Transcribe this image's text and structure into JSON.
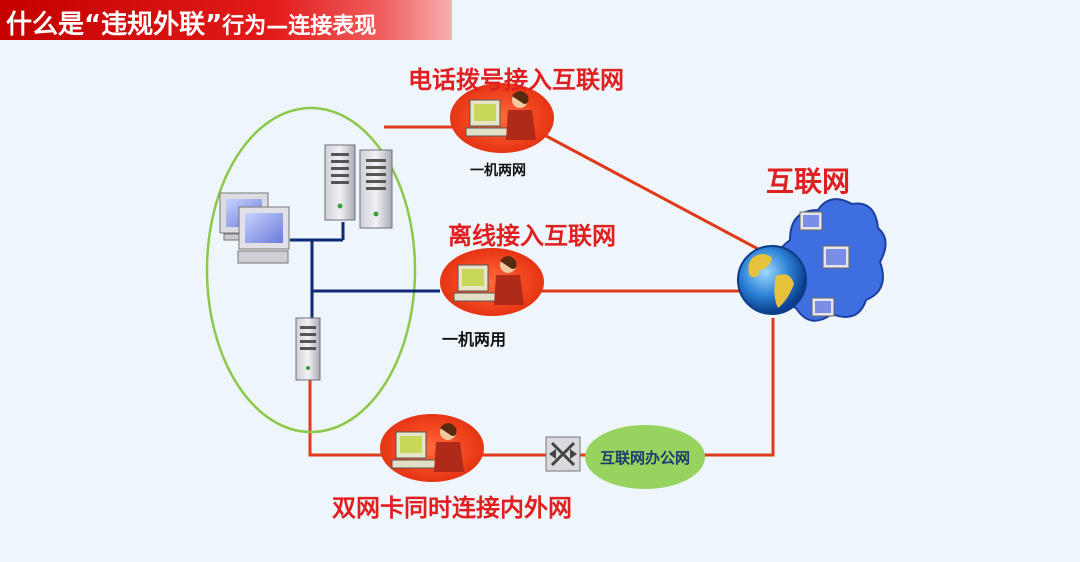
{
  "title": {
    "prefix": "什么是",
    "quoted": "“违规外联”",
    "suffix": "行为—连接表现"
  },
  "labels": {
    "dialup": "电话拨号接入互联网",
    "dialup_sub": "一机两网",
    "offline": "离线接入互联网",
    "offline_sub": "一机两用",
    "dualnic": "双网卡同时连接内外网",
    "internet": "互联网",
    "office_net": "互联网办公网"
  },
  "colors": {
    "title_red": "#d00000",
    "label_red": "#e02020",
    "link_red": "#e03a1a",
    "lan_blue": "#0d2a7a",
    "ellipse_green": "#8cc84b",
    "office_green": "#96d35f",
    "cloud_blue": "#2d5fd0"
  },
  "icons": [
    "server-icon",
    "desktop-computer-icon",
    "user-at-computer-icon",
    "globe-icon",
    "switch-icon",
    "cloud-icon"
  ]
}
